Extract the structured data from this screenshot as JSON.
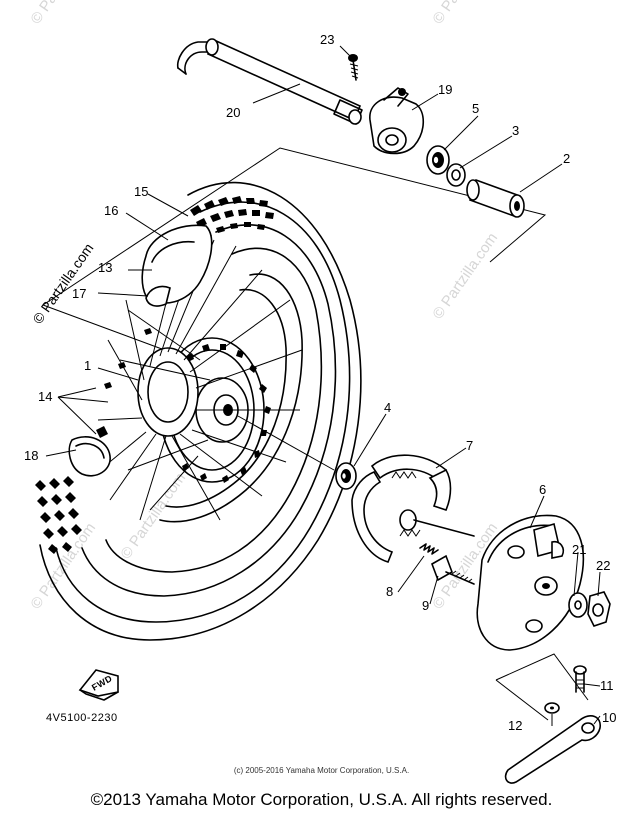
{
  "diagram": {
    "id_code": "4V5100-2230",
    "fwd_label": "FWD",
    "watermark_text": "© Partzilla.com",
    "callouts": [
      {
        "num": "1"
      },
      {
        "num": "2"
      },
      {
        "num": "3"
      },
      {
        "num": "4"
      },
      {
        "num": "5"
      },
      {
        "num": "6"
      },
      {
        "num": "7"
      },
      {
        "num": "8"
      },
      {
        "num": "9"
      },
      {
        "num": "10"
      },
      {
        "num": "11"
      },
      {
        "num": "12"
      },
      {
        "num": "13"
      },
      {
        "num": "14"
      },
      {
        "num": "15"
      },
      {
        "num": "16"
      },
      {
        "num": "17"
      },
      {
        "num": "18"
      },
      {
        "num": "19"
      },
      {
        "num": "20"
      },
      {
        "num": "21"
      },
      {
        "num": "22"
      },
      {
        "num": "23"
      }
    ]
  },
  "footer": {
    "small_copyright": "(c) 2005-2016 Yamaha Motor Corporation, U.S.A.",
    "main_copyright": "©2013 Yamaha Motor Corporation, U.S.A. All rights reserved."
  }
}
